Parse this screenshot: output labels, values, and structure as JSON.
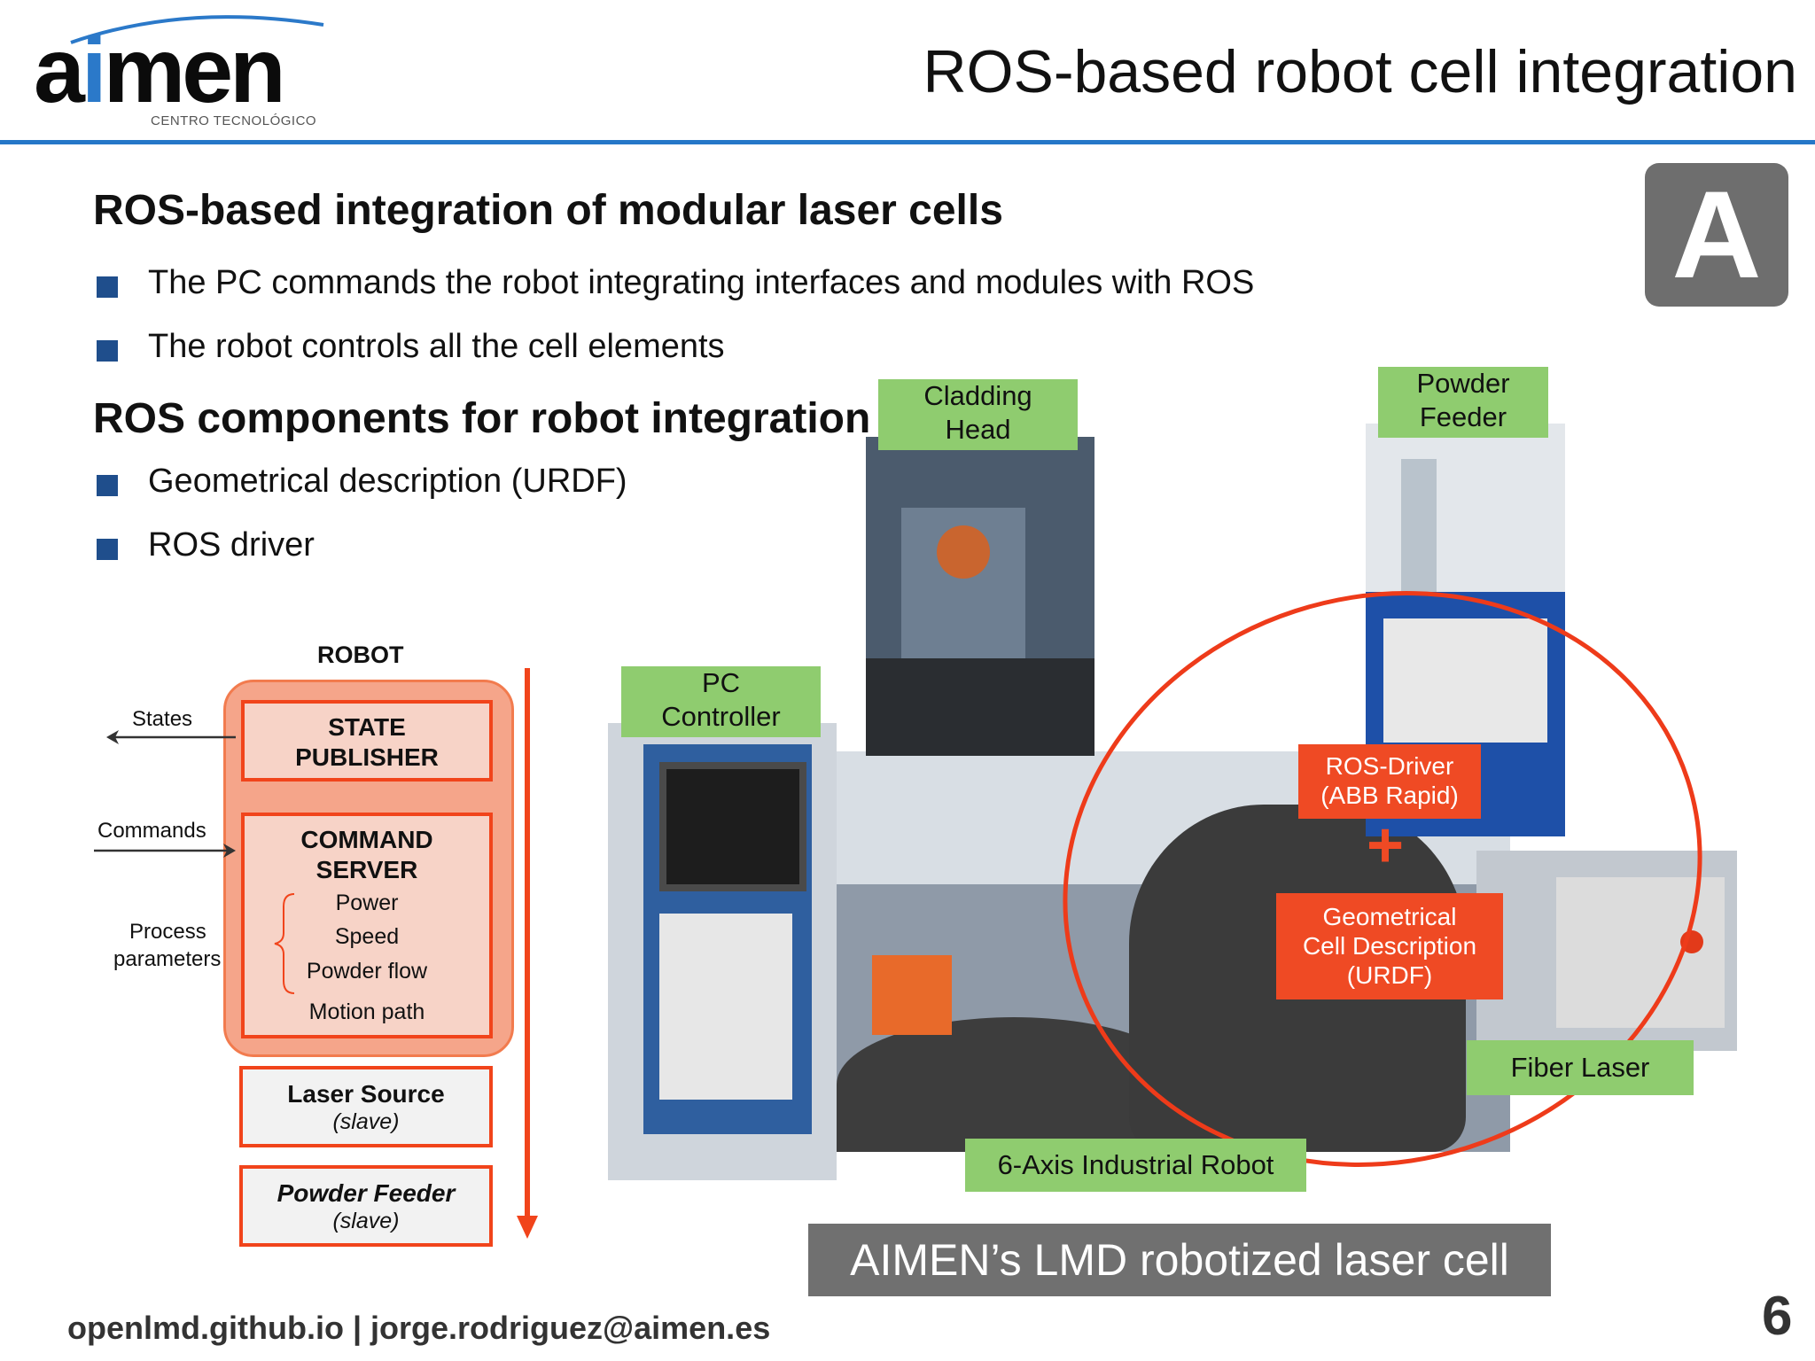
{
  "header": {
    "logo_main_a": "a",
    "logo_main_i": "i",
    "logo_main_rest": "men",
    "logo_sub": "CENTRO TECNOLÓGICO",
    "title": "ROS-based robot cell integration"
  },
  "badge": "A",
  "section1": {
    "heading": "ROS-based integration of modular laser cells",
    "bullets": [
      "The PC commands the robot integrating interfaces and modules with ROS",
      "The robot controls all the cell elements"
    ]
  },
  "section2": {
    "heading": "ROS components for robot integration",
    "bullets": [
      "Geometrical description (URDF)",
      "ROS driver"
    ]
  },
  "diagram": {
    "robot_label": "ROBOT",
    "state_publisher": [
      "STATE",
      "PUBLISHER"
    ],
    "command_server": [
      "COMMAND",
      "SERVER"
    ],
    "params": [
      "Power",
      "Speed",
      "Powder flow",
      "Motion path"
    ],
    "states_label": "States",
    "commands_label": "Commands",
    "process_label": [
      "Process",
      "parameters"
    ],
    "laser_source": {
      "title": "Laser Source",
      "sub": "(slave)"
    },
    "powder_feeder": {
      "title": "Powder Feeder",
      "sub": "(slave)"
    }
  },
  "photo_labels": {
    "cladding_head": [
      "Cladding",
      "Head"
    ],
    "powder_feeder": [
      "Powder",
      "Feeder"
    ],
    "pc_controller": [
      "PC",
      "Controller"
    ],
    "ros_driver": [
      "ROS-Driver",
      "(ABB Rapid)"
    ],
    "plus": "+",
    "geom": [
      "Geometrical",
      "Cell Description",
      "(URDF)"
    ],
    "fiber_laser": "Fiber Laser",
    "robot": "6-Axis Industrial Robot"
  },
  "caption": "AIMEN’s LMD robotized laser cell",
  "footer": "openlmd.github.io | jorge.rodriguez@aimen.es",
  "page_number": "6",
  "colors": {
    "accent_blue": "#2577c8",
    "bullet_blue": "#1f4e8c",
    "orange": "#f1441b",
    "green_tag": "#8fcc6f"
  }
}
